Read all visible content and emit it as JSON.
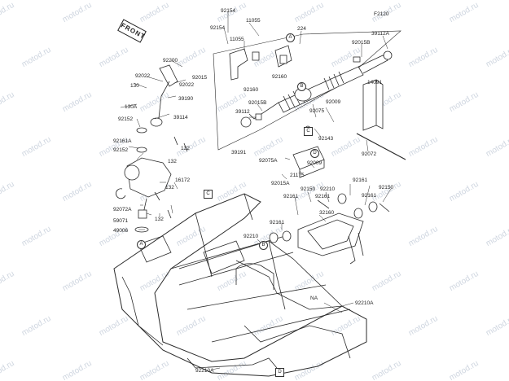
{
  "diagram": {
    "page_code": "F2120",
    "front_label": "FRONT",
    "watermark": "motod.ru",
    "callouts": [
      "A",
      "B",
      "C",
      "D"
    ],
    "parts": [
      {
        "id": "p_92154_top",
        "text": "92154"
      },
      {
        "id": "p_11055_top",
        "text": "11055"
      },
      {
        "id": "p_224",
        "text": "224"
      },
      {
        "id": "p_92154_l",
        "text": "92154"
      },
      {
        "id": "p_11055_l",
        "text": "11055"
      },
      {
        "id": "p_92015b_r",
        "text": "92015B"
      },
      {
        "id": "p_39112a",
        "text": "39112A"
      },
      {
        "id": "p_92200",
        "text": "92200"
      },
      {
        "id": "p_92022a",
        "text": "92022"
      },
      {
        "id": "p_92022b",
        "text": "92022"
      },
      {
        "id": "p_92015",
        "text": "92015"
      },
      {
        "id": "p_130",
        "text": "130"
      },
      {
        "id": "p_39190",
        "text": "39190"
      },
      {
        "id": "p_130a",
        "text": "130A"
      },
      {
        "id": "p_92160a",
        "text": "92160"
      },
      {
        "id": "p_92160b",
        "text": "92160"
      },
      {
        "id": "p_14091",
        "text": "14091"
      },
      {
        "id": "p_39112",
        "text": "39112"
      },
      {
        "id": "p_92015b_m",
        "text": "92015B"
      },
      {
        "id": "p_92009a",
        "text": "92009"
      },
      {
        "id": "p_92075",
        "text": "92075"
      },
      {
        "id": "p_92152a",
        "text": "92152"
      },
      {
        "id": "p_39114",
        "text": "39114"
      },
      {
        "id": "p_92143",
        "text": "92143"
      },
      {
        "id": "p_92161a",
        "text": "92161A"
      },
      {
        "id": "p_132a",
        "text": "132"
      },
      {
        "id": "p_92152b",
        "text": "92152"
      },
      {
        "id": "p_39191",
        "text": "39191"
      },
      {
        "id": "p_92072",
        "text": "92072"
      },
      {
        "id": "p_92075a",
        "text": "92075A"
      },
      {
        "id": "p_92009b",
        "text": "92009"
      },
      {
        "id": "p_132b",
        "text": "132"
      },
      {
        "id": "p_21175",
        "text": "21175"
      },
      {
        "id": "p_16172",
        "text": "16172"
      },
      {
        "id": "p_92015a",
        "text": "92015A"
      },
      {
        "id": "p_92161b",
        "text": "92161"
      },
      {
        "id": "p_92161c",
        "text": "92161"
      },
      {
        "id": "p_92150a",
        "text": "92150"
      },
      {
        "id": "p_92210a",
        "text": "92210"
      },
      {
        "id": "p_92150b",
        "text": "92150"
      },
      {
        "id": "p_92161d",
        "text": "92161"
      },
      {
        "id": "p_92161e",
        "text": "92161"
      },
      {
        "id": "p_92072a",
        "text": "92072A"
      },
      {
        "id": "p_59071",
        "text": "59071"
      },
      {
        "id": "p_132c",
        "text": "132"
      },
      {
        "id": "p_132d",
        "text": "132"
      },
      {
        "id": "p_49006",
        "text": "49006"
      },
      {
        "id": "p_92161f",
        "text": "92161"
      },
      {
        "id": "p_32160",
        "text": "32160"
      },
      {
        "id": "p_92210b",
        "text": "92210"
      },
      {
        "id": "p_na",
        "text": "NA"
      },
      {
        "id": "p_92210a_r",
        "text": "92210A"
      },
      {
        "id": "p_92210a_b",
        "text": "92210A"
      }
    ]
  }
}
